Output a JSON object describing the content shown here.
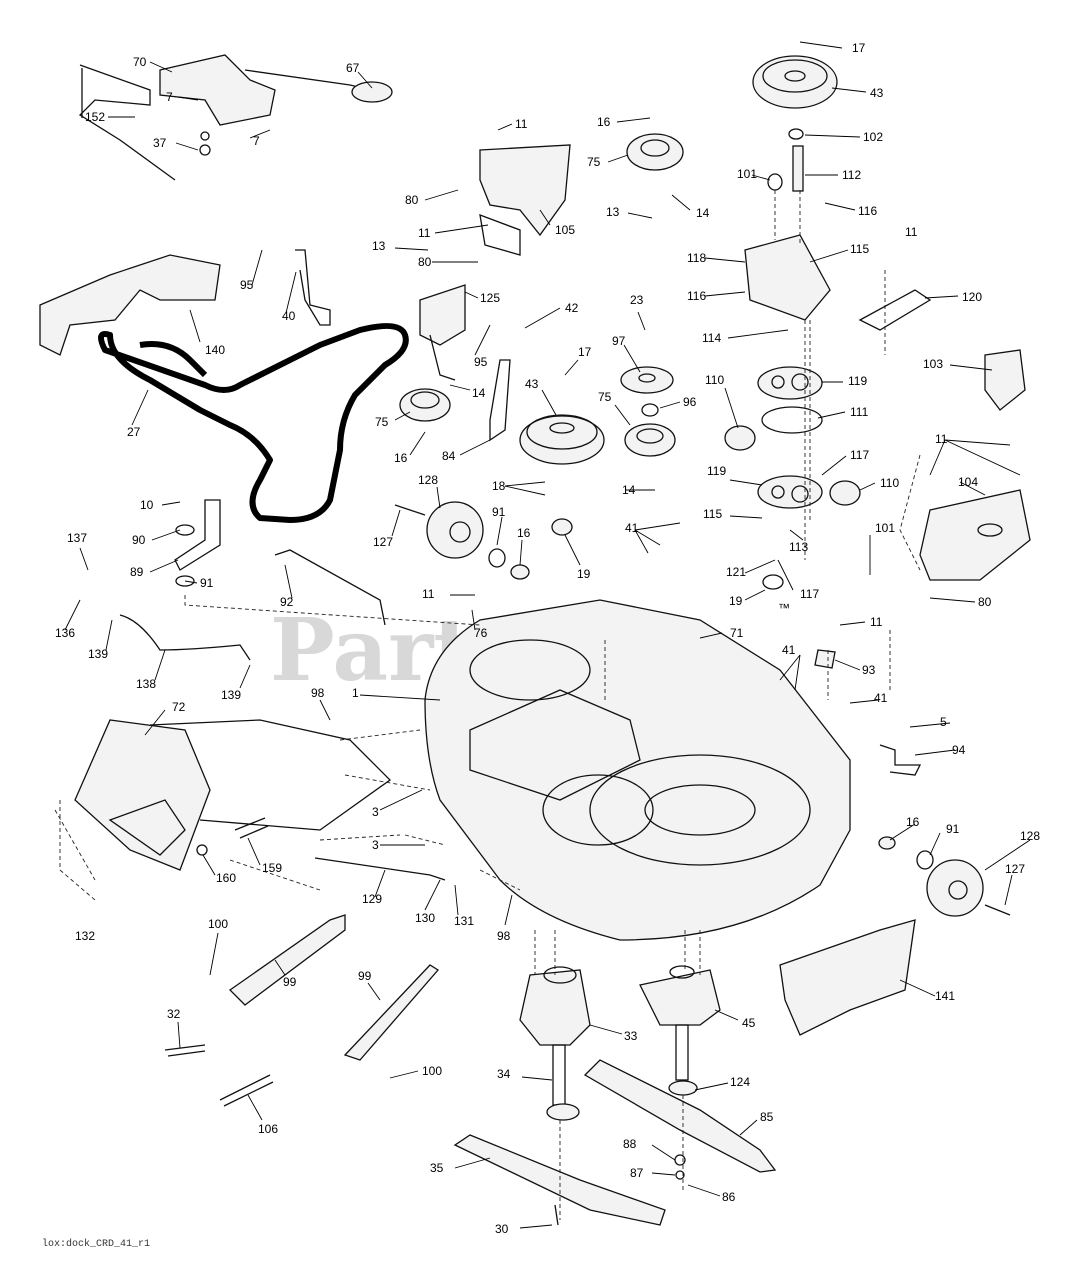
{
  "watermark": {
    "text": "PartsTree",
    "tm": "™"
  },
  "footer": {
    "code": "lox:dock_CRD_41_r1"
  },
  "callouts": [
    {
      "text": "70"
    },
    {
      "text": "67"
    },
    {
      "text": "7"
    },
    {
      "text": "7"
    },
    {
      "text": "152"
    },
    {
      "text": "37"
    },
    {
      "text": "11"
    },
    {
      "text": "80"
    },
    {
      "text": "105"
    },
    {
      "text": "11"
    },
    {
      "text": "80"
    },
    {
      "text": "16"
    },
    {
      "text": "75"
    },
    {
      "text": "13"
    },
    {
      "text": "14"
    },
    {
      "text": "17"
    },
    {
      "text": "43"
    },
    {
      "text": "102"
    },
    {
      "text": "101"
    },
    {
      "text": "112"
    },
    {
      "text": "116"
    },
    {
      "text": "118"
    },
    {
      "text": "115"
    },
    {
      "text": "11"
    },
    {
      "text": "116"
    },
    {
      "text": "120"
    },
    {
      "text": "114"
    },
    {
      "text": "95"
    },
    {
      "text": "40"
    },
    {
      "text": "140"
    },
    {
      "text": "27"
    },
    {
      "text": "13"
    },
    {
      "text": "125"
    },
    {
      "text": "42"
    },
    {
      "text": "95"
    },
    {
      "text": "14"
    },
    {
      "text": "75"
    },
    {
      "text": "16"
    },
    {
      "text": "23"
    },
    {
      "text": "17"
    },
    {
      "text": "97"
    },
    {
      "text": "43"
    },
    {
      "text": "75"
    },
    {
      "text": "96"
    },
    {
      "text": "84"
    },
    {
      "text": "103"
    },
    {
      "text": "119"
    },
    {
      "text": "110"
    },
    {
      "text": "111"
    },
    {
      "text": "11"
    },
    {
      "text": "117"
    },
    {
      "text": "119"
    },
    {
      "text": "110"
    },
    {
      "text": "104"
    },
    {
      "text": "18"
    },
    {
      "text": "14"
    },
    {
      "text": "10"
    },
    {
      "text": "90"
    },
    {
      "text": "89"
    },
    {
      "text": "91"
    },
    {
      "text": "137"
    },
    {
      "text": "136"
    },
    {
      "text": "128"
    },
    {
      "text": "127"
    },
    {
      "text": "91"
    },
    {
      "text": "16"
    },
    {
      "text": "19"
    },
    {
      "text": "41"
    },
    {
      "text": "115"
    },
    {
      "text": "113"
    },
    {
      "text": "101"
    },
    {
      "text": "121"
    },
    {
      "text": "117"
    },
    {
      "text": "19"
    },
    {
      "text": "80"
    },
    {
      "text": "92"
    },
    {
      "text": "11"
    },
    {
      "text": "76"
    },
    {
      "text": "71"
    },
    {
      "text": "11"
    },
    {
      "text": "41"
    },
    {
      "text": "93"
    },
    {
      "text": "139"
    },
    {
      "text": "138"
    },
    {
      "text": "139"
    },
    {
      "text": "1"
    },
    {
      "text": "98"
    },
    {
      "text": "41"
    },
    {
      "text": "5"
    },
    {
      "text": "94"
    },
    {
      "text": "72"
    },
    {
      "text": "3"
    },
    {
      "text": "3"
    },
    {
      "text": "159"
    },
    {
      "text": "160"
    },
    {
      "text": "16"
    },
    {
      "text": "91"
    },
    {
      "text": "128"
    },
    {
      "text": "127"
    },
    {
      "text": "129"
    },
    {
      "text": "130"
    },
    {
      "text": "131"
    },
    {
      "text": "98"
    },
    {
      "text": "132"
    },
    {
      "text": "100"
    },
    {
      "text": "99"
    },
    {
      "text": "99"
    },
    {
      "text": "141"
    },
    {
      "text": "33"
    },
    {
      "text": "45"
    },
    {
      "text": "32"
    },
    {
      "text": "100"
    },
    {
      "text": "34"
    },
    {
      "text": "124"
    },
    {
      "text": "106"
    },
    {
      "text": "85"
    },
    {
      "text": "88"
    },
    {
      "text": "87"
    },
    {
      "text": "86"
    },
    {
      "text": "35"
    },
    {
      "text": "30"
    }
  ]
}
